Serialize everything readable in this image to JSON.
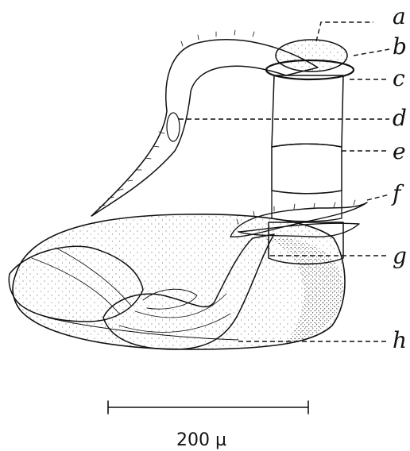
{
  "figure": {
    "labels": [
      "a",
      "b",
      "c",
      "d",
      "e",
      "f",
      "g",
      "h"
    ],
    "scale_bar": {
      "text": "200 µ"
    }
  }
}
